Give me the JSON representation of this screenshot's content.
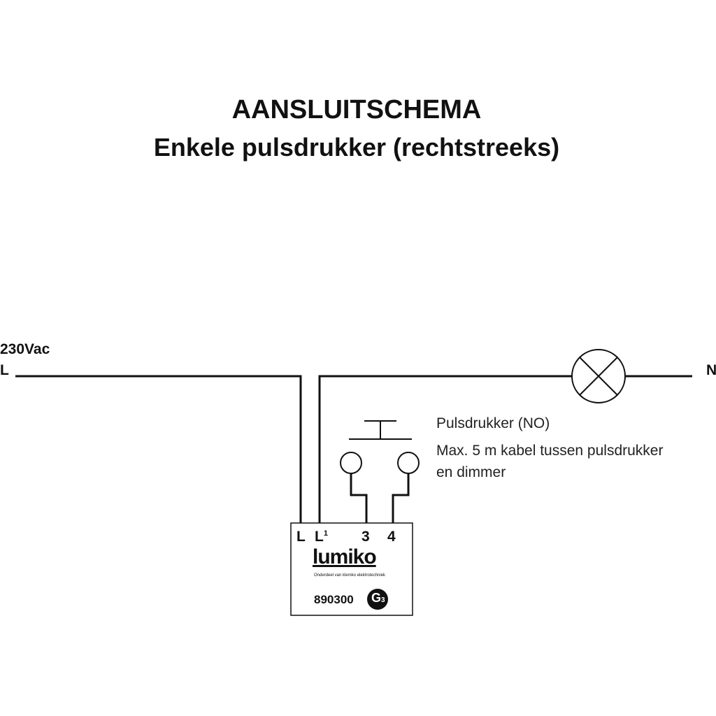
{
  "header": {
    "title": "AANSLUITSCHEMA",
    "subtitle": "Enkele pulsdrukker (rechtstreeks)"
  },
  "supply": {
    "voltage": "230Vac",
    "line": "L",
    "neutral": "N"
  },
  "switch": {
    "label": "Pulsdrukker (NO)",
    "note_line1": "Max. 5 m kabel tussen pulsdrukker",
    "note_line2": "en dimmer"
  },
  "module": {
    "terminals": [
      "L",
      "L",
      "1",
      "3",
      "4"
    ],
    "brand": "lumiko",
    "tagline": "Onderdeel van klemko elektrotechniek",
    "article": "890300",
    "badge": "G",
    "badge_sub": "3"
  }
}
